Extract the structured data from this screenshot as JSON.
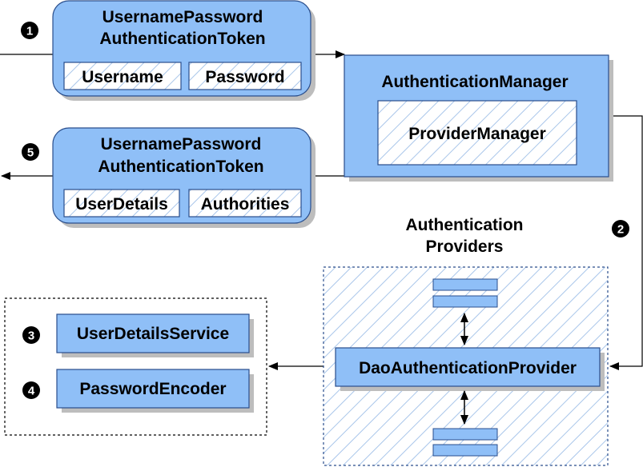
{
  "token_in": {
    "title_line1": "UsernamePassword",
    "title_line2": "AuthenticationToken",
    "field_left": "Username",
    "field_right": "Password"
  },
  "token_out": {
    "title_line1": "UsernamePassword",
    "title_line2": "AuthenticationToken",
    "field_left": "UserDetails",
    "field_right": "Authorities"
  },
  "manager": {
    "title": "AuthenticationManager",
    "inner": "ProviderManager"
  },
  "providers": {
    "label_line1": "Authentication",
    "label_line2": "Providers",
    "main": "DaoAuthenticationProvider"
  },
  "services": {
    "user_details_service": "UserDetailsService",
    "password_encoder": "PasswordEncoder"
  },
  "steps": [
    "1",
    "2",
    "3",
    "4",
    "5"
  ],
  "colors": {
    "box_fill": "#8fbff7",
    "box_stroke": "#2a4e8c",
    "shadow": "#bdbdbd",
    "hatch": "#a9c6ea",
    "badge": "#000000"
  }
}
